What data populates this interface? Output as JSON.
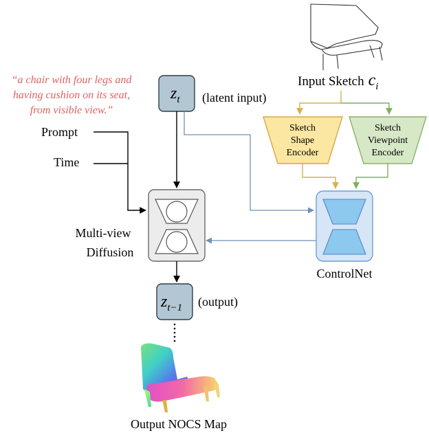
{
  "prompt_quote": {
    "line1": "“a chair with four legs and",
    "line2": "having cushion on its seat,",
    "line3": "from visible view.”",
    "color": "#e06060"
  },
  "labels": {
    "prompt": "Prompt",
    "time": "Time",
    "multiview_line1": "Multi-view",
    "multiview_line2": "Diffusion",
    "latent_input": "(latent input)",
    "output": "(output)",
    "input_sketch": "Input Sketch",
    "input_sketch_var": "c",
    "input_sketch_sub": "i",
    "controlnet": "ControlNet",
    "output_map": "Output NOCS Map"
  },
  "nodes": {
    "z_t": {
      "var": "z",
      "sub": "t"
    },
    "z_t_minus_1": {
      "var": "z",
      "sub": "t−1"
    },
    "shape_encoder": {
      "line1": "Sketch",
      "line2": "Shape",
      "line3": "Encoder"
    },
    "viewpoint_encoder": {
      "line1": "Sketch",
      "line2": "Viewpoint",
      "line3": "Encoder"
    }
  },
  "colors": {
    "latent_fill": "#b3c6d3",
    "latent_stroke": "#2f3e4a",
    "shape_fill": "#fbe6a2",
    "shape_stroke": "#d5a94a",
    "view_fill": "#d7e8c6",
    "view_stroke": "#86b36b",
    "controlnet_fill": "#d6e6f7",
    "controlnet_stroke": "#6f9ed6",
    "controlnet_shape": "#8dc8ee",
    "blue_arrow": "#6f8fb8",
    "yellow_arrow": "#d9b04e",
    "green_arrow": "#7fae62",
    "diffusion_fill": "#ececec",
    "diffusion_stroke": "#6a6a6a"
  }
}
